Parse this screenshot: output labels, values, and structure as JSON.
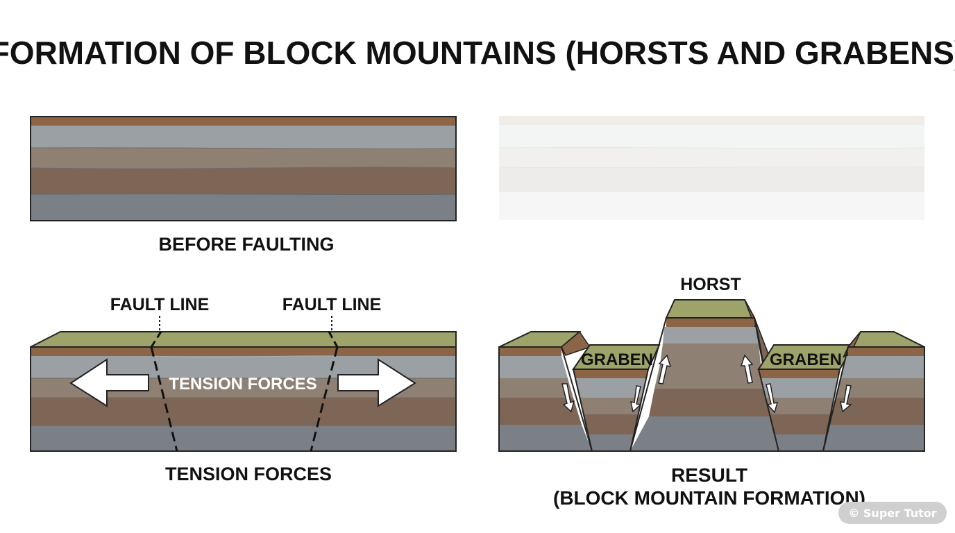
{
  "title": "FORMATION OF BLOCK MOUNTAINS (HORSTS AND GRABENS)",
  "panels": {
    "before": {
      "caption": "BEFORE FAULTING"
    },
    "tension": {
      "caption": "TENSION FORCES",
      "fault_label_left": "FAULT LINE",
      "fault_label_right": "FAULT LINE",
      "center_text": "TENSION FORCES"
    },
    "result": {
      "caption_line1": "RESULT",
      "caption_line2": "(BLOCK MOUNTAIN FORMATION)",
      "horst_label": "HORST",
      "graben_left": "GRABEN",
      "graben_right": "GRABEN"
    }
  },
  "watermark": "© Super Tutor",
  "colors": {
    "grass": "#9ea36a",
    "soil": "#8c6446",
    "layer_gray": "#9aa0a3",
    "layer_tan": "#8e8073",
    "layer_brown": "#7e6657",
    "layer_dark": "#7a8085"
  }
}
